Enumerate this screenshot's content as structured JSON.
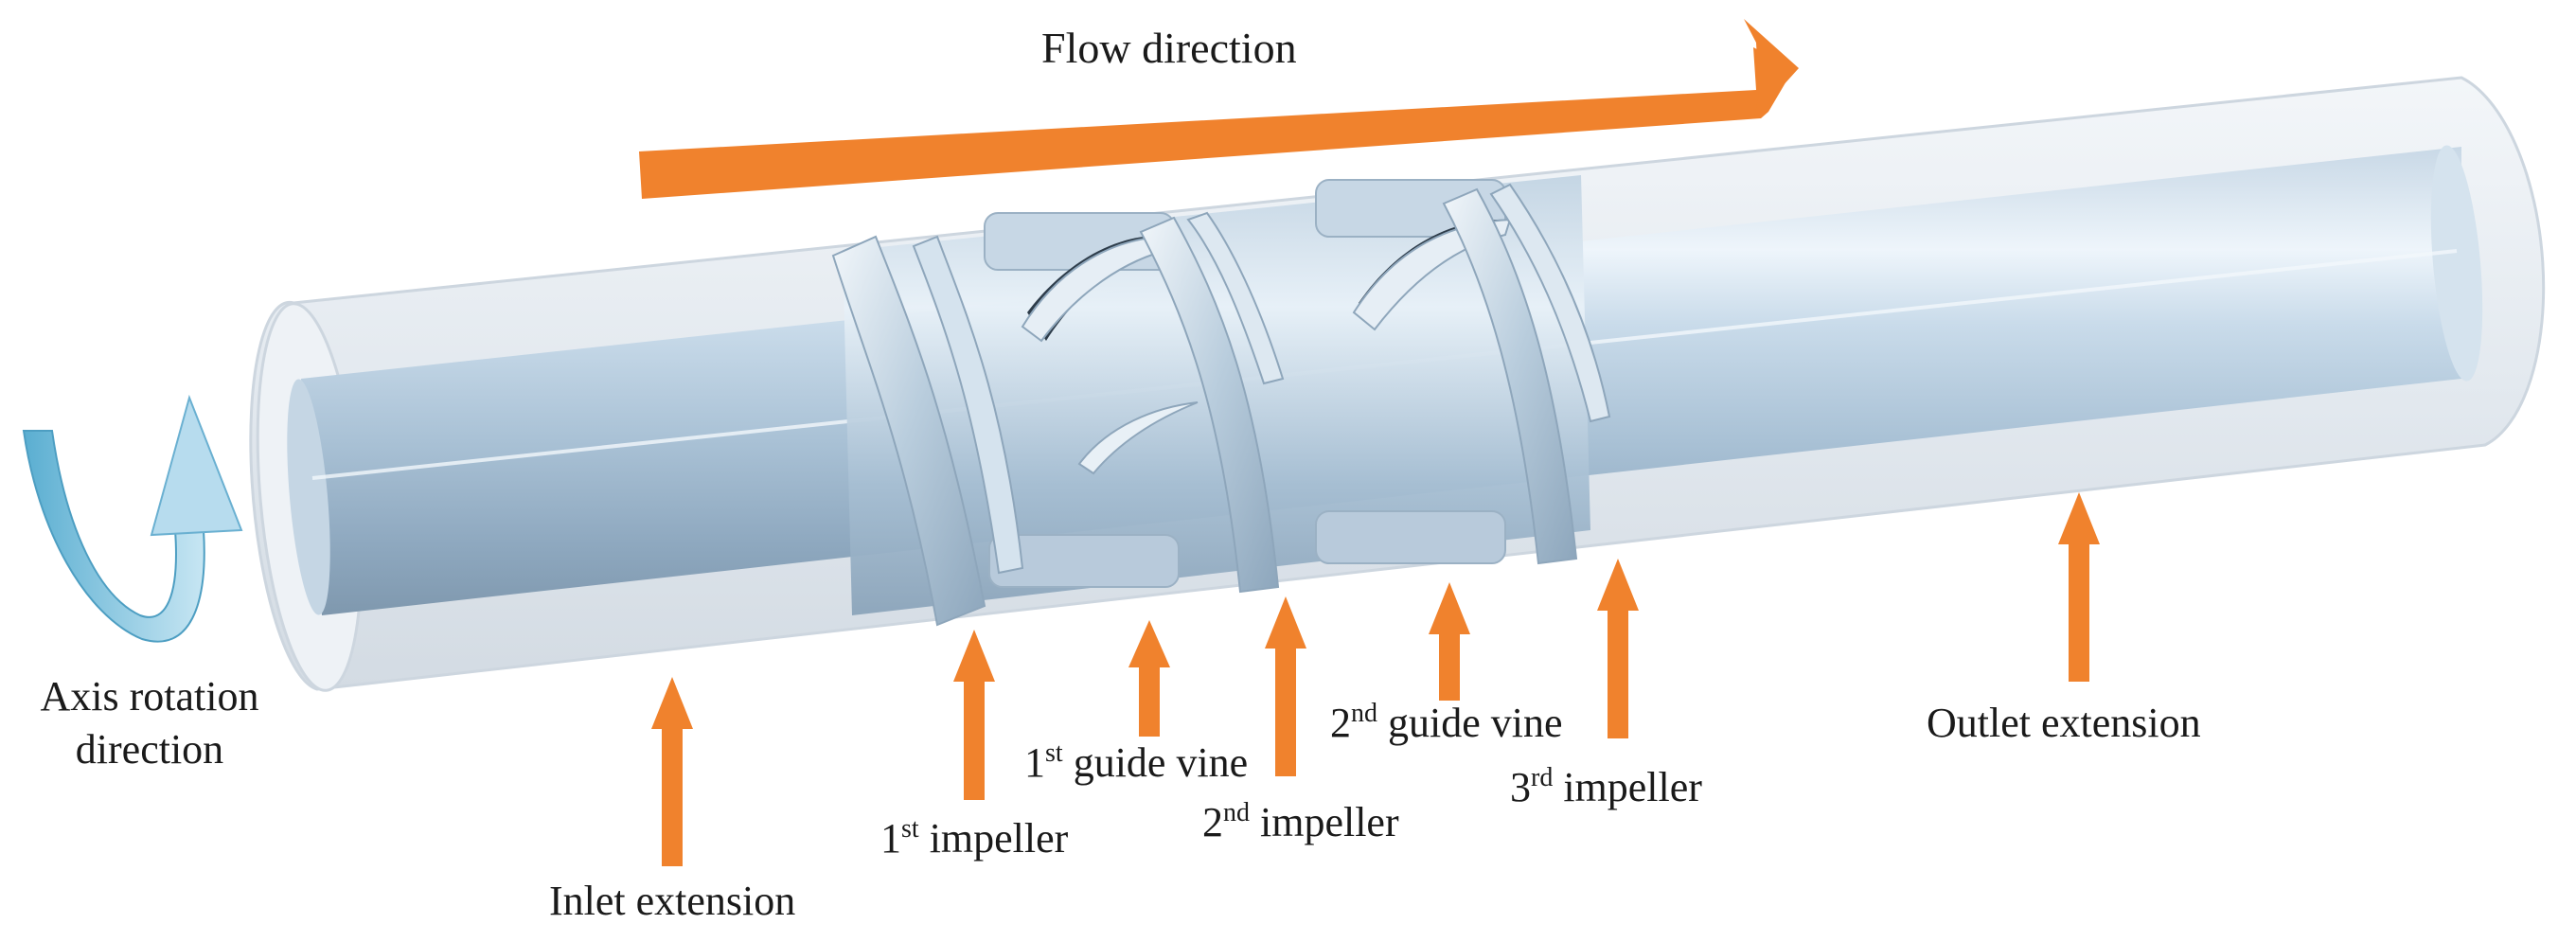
{
  "flow_label": "Flow direction",
  "axis_rotation_label": {
    "line1": "Axis rotation",
    "line2": "direction"
  },
  "labels": {
    "inlet": "Inlet extension",
    "outlet": "Outlet extension",
    "impeller1": {
      "num": "1",
      "suffix": "st",
      "text": " impeller"
    },
    "guide1": {
      "num": "1",
      "suffix": "st",
      "text": " guide vine"
    },
    "impeller2": {
      "num": "2",
      "suffix": "nd",
      "text": " impeller"
    },
    "guide2": {
      "num": "2",
      "suffix": "nd",
      "text": " guide vine"
    },
    "impeller3": {
      "num": "3",
      "suffix": "rd",
      "text": " impeller"
    }
  },
  "colors": {
    "arrow": "#f0822d",
    "pipe_outer": "#dfe6ec",
    "shaft_light": "#eef5fb",
    "shaft_dark": "#8aa3ba",
    "rotation_arrow": "#7fc0dc"
  }
}
